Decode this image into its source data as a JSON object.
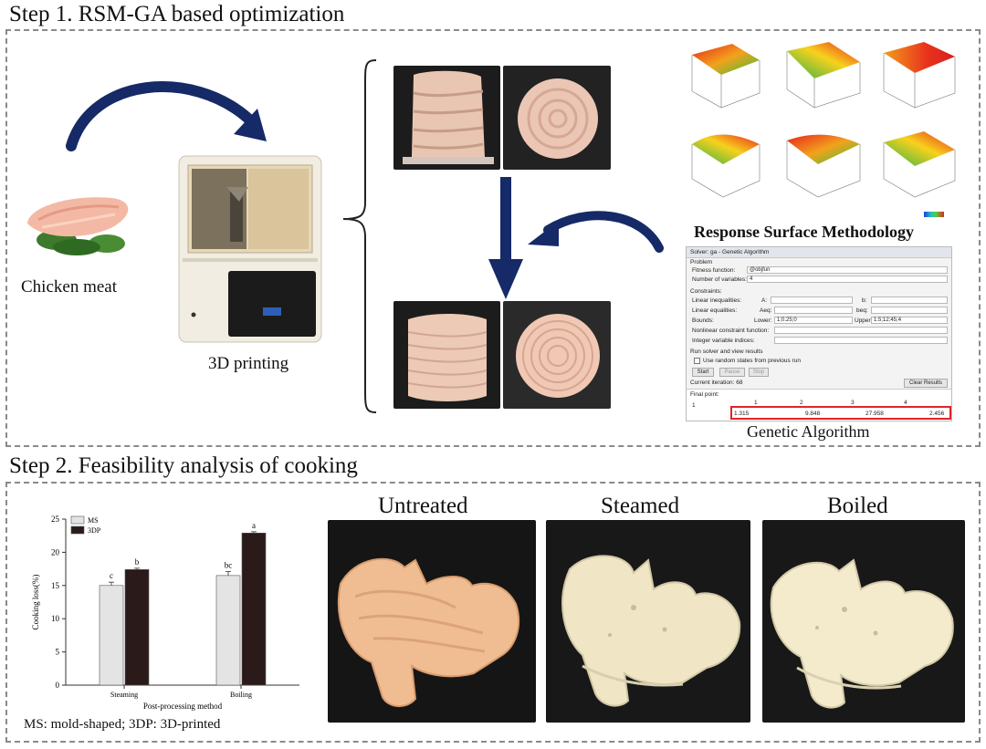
{
  "step1": {
    "title": "Step 1. RSM-GA based optimization",
    "chicken_label": "Chicken meat",
    "printer_label": "3D printing",
    "rsm_label": "Response Surface Methodology",
    "ga_label": "Genetic Algorithm"
  },
  "ga_dialog": {
    "title": "Solver: ga - Genetic Algorithm",
    "problem": "Problem",
    "fitness_label": "Fitness function:",
    "fitness_value": "@objfun",
    "nvars_label": "Number of variables:",
    "nvars_value": "4",
    "constraints": "Constraints:",
    "lin_ineq": "Linear inequalities:",
    "a_label": "A:",
    "b_label": "b:",
    "lin_eq": "Linear equalities:",
    "aeq_label": "Aeq:",
    "beq_label": "beq:",
    "bounds": "Bounds:",
    "lower_label": "Lower:",
    "lower_value": "1;0.25;0",
    "upper_label": "Upper:",
    "upper_value": "1.5;12;45;4",
    "nonlin": "Nonlinear constraint function:",
    "intvar": "Integer variable indices:",
    "run_header": "Run solver and view results",
    "random_states": "Use random states from previous run",
    "start": "Start",
    "pause": "Pause",
    "stop": "Stop",
    "iteration": "Current iteration: 68",
    "clear": "Clear Results",
    "final_point": "Final point:",
    "row_index": "1",
    "col_headers": [
      "1",
      "2",
      "3",
      "4"
    ],
    "values": [
      "1.315",
      "9.848",
      "27.958",
      "2.456"
    ]
  },
  "step2": {
    "title": "Step 2. Feasibility analysis of cooking",
    "untreated": "Untreated",
    "steamed": "Steamed",
    "boiled": "Boiled",
    "caption": "MS: mold-shaped; 3DP: 3D-printed"
  },
  "chart_data": {
    "type": "bar",
    "categories": [
      "Steaming",
      "Boiling"
    ],
    "series": [
      {
        "name": "MS",
        "values": [
          15.0,
          16.5
        ],
        "errors": [
          0.5,
          0.6
        ],
        "letters": [
          "c",
          "bc"
        ],
        "color": "#e4e4e4"
      },
      {
        "name": "3DP",
        "values": [
          17.4,
          22.9
        ],
        "errors": [
          0.2,
          0.2
        ],
        "letters": [
          "b",
          "a"
        ],
        "color": "#2a1a1a"
      }
    ],
    "xlabel": "Post-processing method",
    "ylabel": "Cooking loss(%)",
    "ylim": [
      0,
      25
    ],
    "yticks": [
      "0",
      "5",
      "10",
      "15",
      "20",
      "25"
    ],
    "legend": "top-left"
  },
  "colors": {
    "arrow": "#152a66",
    "panel_border": "#8a8a8a",
    "highlight": "#e0242b"
  },
  "icons": [
    "curved-arrow-icon",
    "bracket-icon",
    "down-arrow-icon",
    "back-arrow-icon"
  ]
}
